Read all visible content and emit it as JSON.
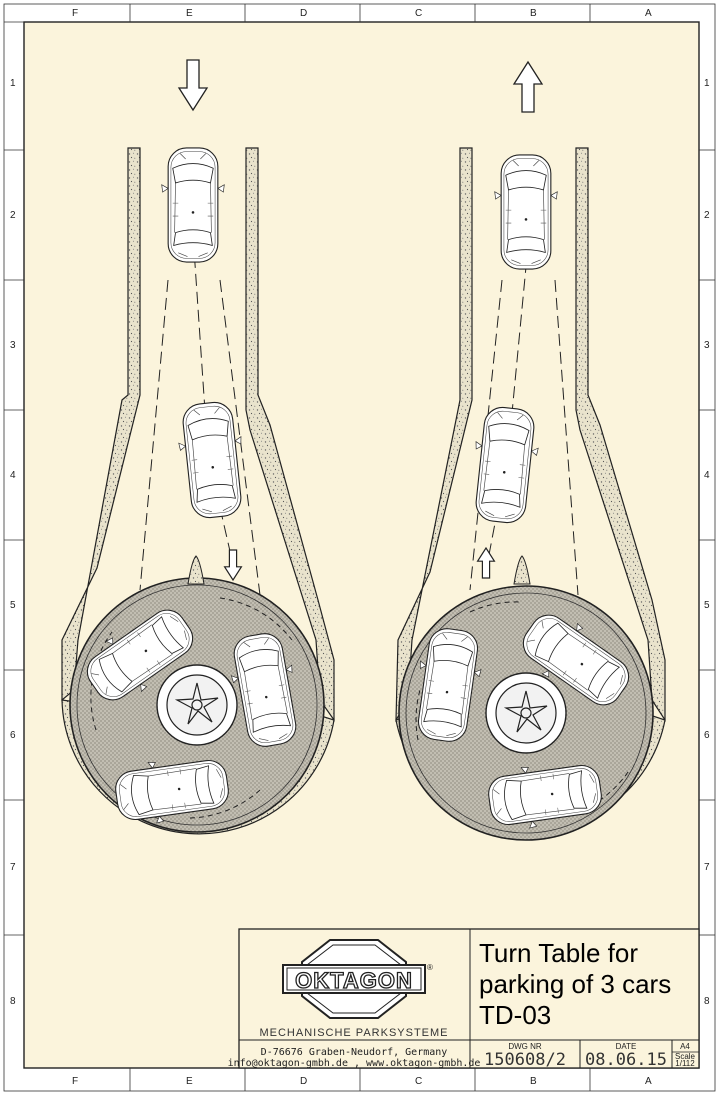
{
  "colors": {
    "paper": "#fbf4dc",
    "line": "#222222",
    "gravel": "#e6e0c8",
    "table": "#b8b4a8"
  },
  "border": {
    "top_letters": [
      "F",
      "E",
      "D",
      "C",
      "B",
      "A"
    ],
    "bottom_letters": [
      "F",
      "E",
      "D",
      "C",
      "B",
      "A"
    ],
    "left_numbers": [
      "1",
      "2",
      "3",
      "4",
      "5",
      "6",
      "7",
      "8"
    ],
    "right_numbers": [
      "1",
      "2",
      "3",
      "4",
      "5",
      "6",
      "7",
      "8"
    ]
  },
  "title_block": {
    "title_lines": [
      "Turn Table for",
      "parking of 3 cars",
      "TD-03"
    ],
    "logo_text": "OKTAGON",
    "registered_mark": "®",
    "company_tagline": "MECHANISCHE PARKSYSTEME",
    "address_line1": "D-76676 Graben-Neudorf, Germany",
    "address_line2": "info@oktagon-gmbh.de , www.oktagon-gmbh.de",
    "dwg_label": "DWG NR",
    "dwg_value": "150608/2",
    "date_label": "DATE",
    "date_value": "08.06.15",
    "size_label": "A4",
    "scale_label": "Scale",
    "scale_value": "1/112"
  }
}
